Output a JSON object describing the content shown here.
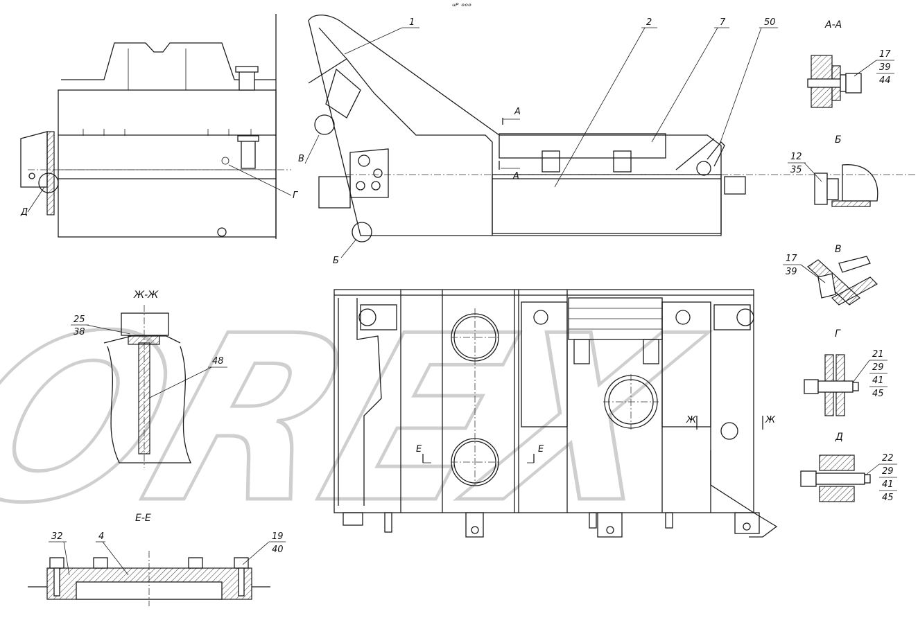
{
  "watermark": "OREX",
  "header_mark": "ᵘᴾ ᵒᵒᵒ",
  "sections": {
    "aa": "А-А",
    "b": "Б",
    "v": "В",
    "g": "Г",
    "d": "Д",
    "zhzh": "Ж-Ж",
    "ee": "Е-Е"
  },
  "callouts": {
    "c1": "1",
    "c2": "2",
    "c7": "7",
    "c50": "50",
    "c4": "4",
    "c32": "32",
    "c48": "48",
    "c12": "12",
    "c35": "35",
    "c17a": "17",
    "c39a": "39",
    "c44": "44",
    "c17b": "17",
    "c39b": "39",
    "c21": "21",
    "c29a": "29",
    "c41a": "41",
    "c45a": "45",
    "c22": "22",
    "c29b": "29",
    "c41b": "41",
    "c45b": "45",
    "c25": "25",
    "c38": "38",
    "c19": "19",
    "c40": "40"
  },
  "view_marks": {
    "v_left": "В",
    "g_left": "Г",
    "d_left": "Д",
    "b_bottom": "Б",
    "a_top": "А",
    "a_bottom": "А",
    "e_left": "Е",
    "e_right": "Е",
    "zh_left": "Ж",
    "zh_right": "Ж"
  }
}
